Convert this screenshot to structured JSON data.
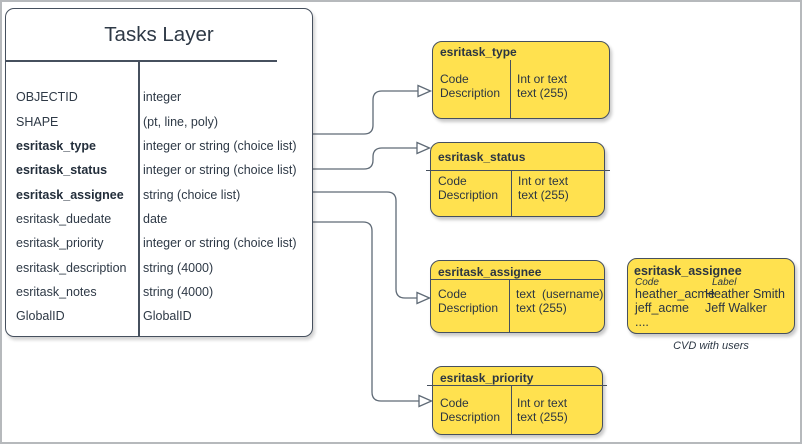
{
  "diagram": {
    "main_table": {
      "title": "Tasks Layer",
      "rows": [
        {
          "field": "OBJECTID",
          "type": "integer"
        },
        {
          "field": "SHAPE",
          "type": "(pt, line, poly)"
        },
        {
          "field": "esritask_type",
          "type": "integer or string (choice list)"
        },
        {
          "field": "esritask_status",
          "type": "integer or string (choice list)"
        },
        {
          "field": "esritask_assignee",
          "type": "string (choice list)"
        },
        {
          "field": "esritask_duedate",
          "type": "date"
        },
        {
          "field": "esritask_priority",
          "type": "integer or string (choice list)"
        },
        {
          "field": "esritask_description",
          "type": "string (4000)"
        },
        {
          "field": "esritask_notes",
          "type": "string (4000)"
        },
        {
          "field": "GlobalID",
          "type": "GlobalID"
        }
      ]
    },
    "choice_boxes": [
      {
        "title": "esritask_type",
        "left_rows": [
          "Code",
          "Description"
        ],
        "right_rows": [
          "Int or text",
          "text (255)"
        ]
      },
      {
        "title": "esritask_status",
        "left_rows": [
          "Code",
          "Description"
        ],
        "right_rows": [
          "Int or text",
          "text (255)"
        ]
      },
      {
        "title": "esritask_assignee",
        "left_rows": [
          "Code",
          "Description"
        ],
        "right_rows": [
          "text  (username)",
          "text (255)"
        ]
      },
      {
        "title": "esritask_priority",
        "left_rows": [
          "Code",
          "Description"
        ],
        "right_rows": [
          "Int or text",
          "text (255)"
        ]
      }
    ],
    "cvd_box": {
      "title": "esritask_assignee",
      "columns": [
        "Code",
        "Label"
      ],
      "rows": [
        {
          "code": "heather_acme",
          "label": "Heather Smith"
        },
        {
          "code": "jeff_acme",
          "label": "Jeff Walker"
        },
        {
          "code": "....",
          "label": ""
        }
      ],
      "caption": "CVD with users"
    },
    "connectors": [
      {
        "from_field": "esritask_type",
        "to_box": "esritask_type"
      },
      {
        "from_field": "esritask_status",
        "to_box": "esritask_status"
      },
      {
        "from_field": "esritask_assignee",
        "to_box": "esritask_assignee"
      },
      {
        "from_field": "esritask_priority",
        "to_box": "esritask_priority"
      }
    ],
    "colors": {
      "box_fill": "#FFE14F",
      "stroke_dark": "#46505E",
      "connector": "#5F6A76",
      "text": "#2E3946",
      "frame": "#B6B9BC",
      "background": "#FFFFFF"
    }
  }
}
